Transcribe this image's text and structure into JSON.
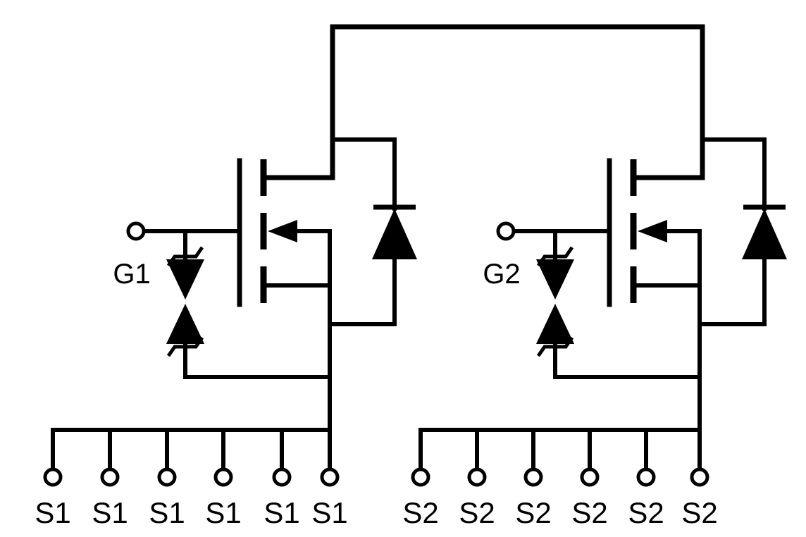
{
  "diagram": {
    "type": "circuit-schematic",
    "background_color": "#ffffff",
    "line_color": "#000000",
    "transistors": [
      {
        "gate_label": "G1",
        "source_labels": [
          "S1",
          "S1",
          "S1",
          "S1",
          "S1",
          "S1"
        ]
      },
      {
        "gate_label": "G2",
        "source_labels": [
          "S2",
          "S2",
          "S2",
          "S2",
          "S2",
          "S2"
        ]
      }
    ]
  }
}
